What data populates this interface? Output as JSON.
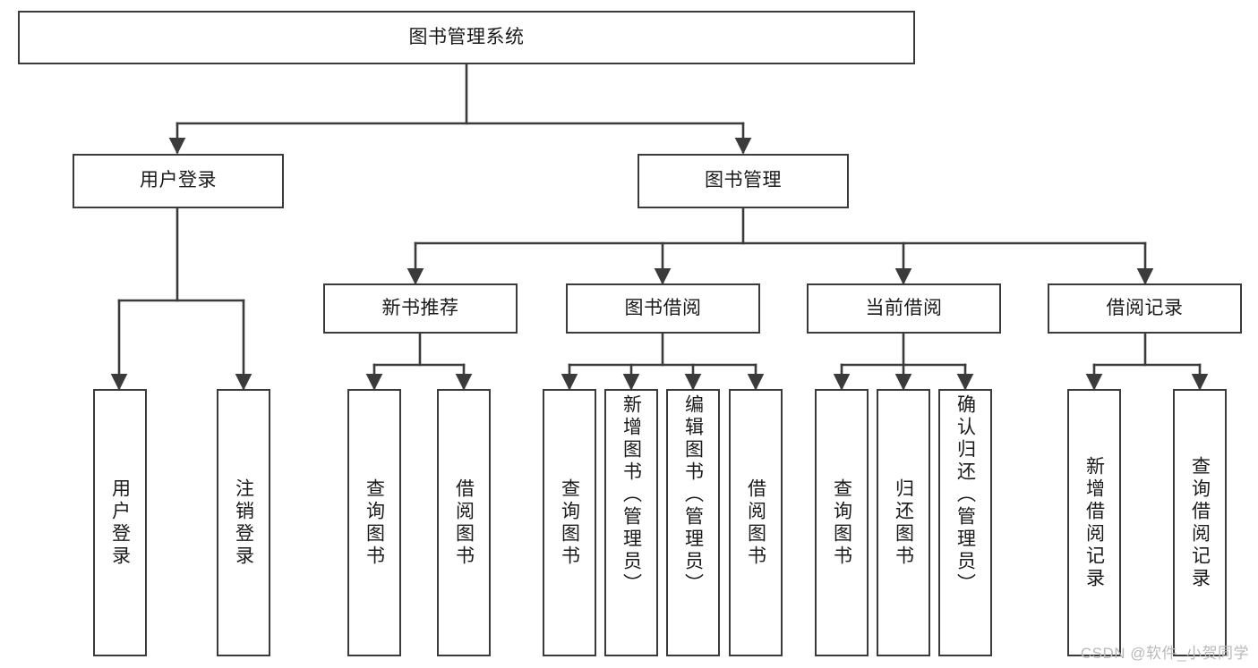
{
  "diagram": {
    "type": "tree-hierarchy-flowchart",
    "title": "图书管理系统",
    "line_color": "#3b3b3b",
    "box_fill": "#ffffff",
    "text_color": "#1a1a1a",
    "nodes": {
      "root": {
        "label": "图书管理系统",
        "level": 1
      },
      "user_login": {
        "label": "用户登录",
        "level": 2
      },
      "book_manage": {
        "label": "图书管理",
        "level": 2
      },
      "new_book_rec": {
        "label": "新书推荐",
        "level": 3
      },
      "book_borrow": {
        "label": "图书借阅",
        "level": 3
      },
      "current_borrow": {
        "label": "当前借阅",
        "level": 3
      },
      "borrow_record": {
        "label": "借阅记录",
        "level": 3
      },
      "leaf_user_login": {
        "label": "用户登录",
        "level": 4
      },
      "leaf_logout": {
        "label": "注销登录",
        "level": 4
      },
      "leaf_query_book_1": {
        "label": "查询图书",
        "level": 4
      },
      "leaf_borrow_book_1": {
        "label": "借阅图书",
        "level": 4
      },
      "leaf_query_book_2": {
        "label": "查询图书",
        "level": 4
      },
      "leaf_add_book": {
        "label": "新增图书（管理员）",
        "level": 4
      },
      "leaf_edit_book": {
        "label": "编辑图书（管理员）",
        "level": 4
      },
      "leaf_borrow_book_2": {
        "label": "借阅图书",
        "level": 4
      },
      "leaf_query_book_3": {
        "label": "查询图书",
        "level": 4
      },
      "leaf_return_book": {
        "label": "归还图书",
        "level": 4
      },
      "leaf_confirm_return": {
        "label": "确认归还（管理员）",
        "level": 4
      },
      "leaf_add_record": {
        "label": "新增借阅记录",
        "level": 4
      },
      "leaf_query_record": {
        "label": "查询借阅记录",
        "level": 4
      }
    },
    "edges": [
      {
        "from": "root",
        "to": "user_login"
      },
      {
        "from": "root",
        "to": "book_manage"
      },
      {
        "from": "user_login",
        "to": "leaf_user_login"
      },
      {
        "from": "user_login",
        "to": "leaf_logout"
      },
      {
        "from": "book_manage",
        "to": "new_book_rec"
      },
      {
        "from": "book_manage",
        "to": "book_borrow"
      },
      {
        "from": "book_manage",
        "to": "current_borrow"
      },
      {
        "from": "book_manage",
        "to": "borrow_record"
      },
      {
        "from": "new_book_rec",
        "to": "leaf_query_book_1"
      },
      {
        "from": "new_book_rec",
        "to": "leaf_borrow_book_1"
      },
      {
        "from": "book_borrow",
        "to": "leaf_query_book_2"
      },
      {
        "from": "book_borrow",
        "to": "leaf_add_book"
      },
      {
        "from": "book_borrow",
        "to": "leaf_edit_book"
      },
      {
        "from": "book_borrow",
        "to": "leaf_borrow_book_2"
      },
      {
        "from": "current_borrow",
        "to": "leaf_query_book_3"
      },
      {
        "from": "current_borrow",
        "to": "leaf_return_book"
      },
      {
        "from": "current_borrow",
        "to": "leaf_confirm_return"
      },
      {
        "from": "borrow_record",
        "to": "leaf_add_record"
      },
      {
        "from": "borrow_record",
        "to": "leaf_query_record"
      }
    ]
  },
  "watermark": {
    "text": "CSDN @软件_小贺同学"
  }
}
